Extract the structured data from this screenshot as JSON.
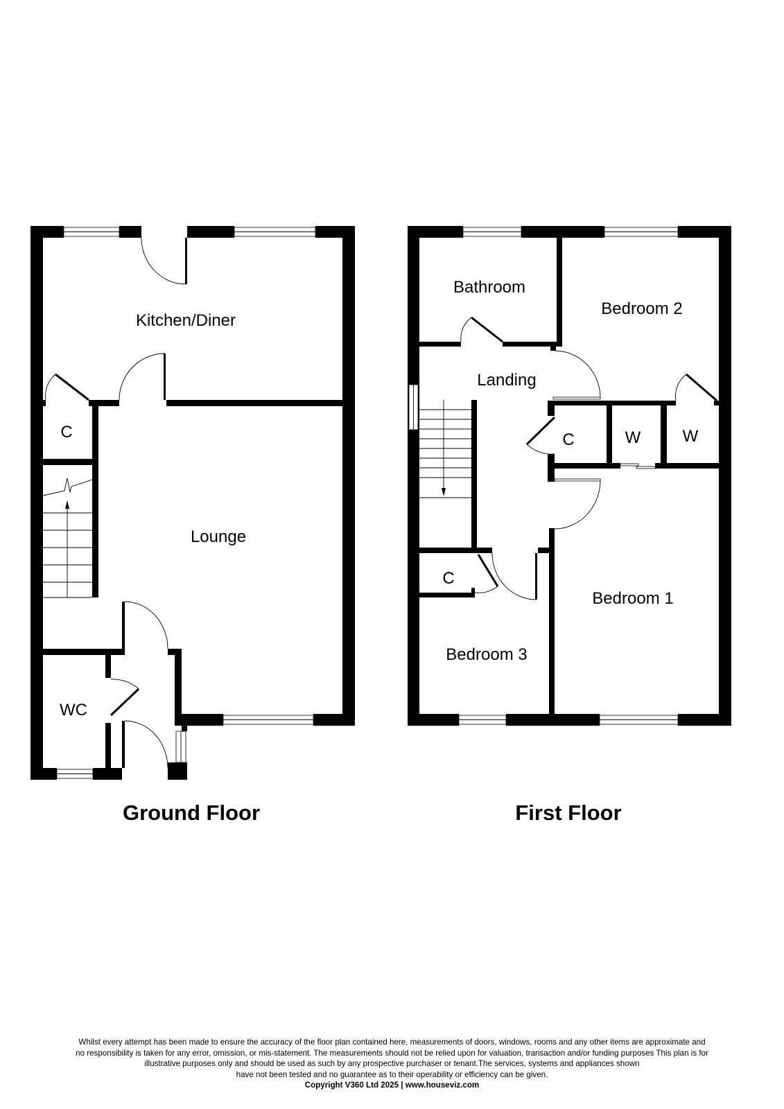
{
  "ground_floor": {
    "title": "Ground Floor",
    "rooms": [
      "Kitchen/Diner",
      "C",
      "Lounge",
      "WC"
    ]
  },
  "first_floor": {
    "title": "First Floor",
    "rooms": [
      "Bathroom",
      "Bedroom 2",
      "Landing",
      "C",
      "W",
      "W",
      "C",
      "Bedroom 1",
      "Bedroom 3"
    ]
  },
  "footer": {
    "disclaimer": [
      "Whilst every attempt has been made to ensure the accuracy of the floor plan contained here, measurements of doors, windows, rooms and any other items are approximate and",
      "no responsibility is taken for any error, omission, or mis-statement.  The measurements should not be relied upon for valuation, transaction and/or funding purposes This plan is for",
      "illustrative purposes only and should be used as such by any prospective purchaser or tenant.The services, systems and appliances shown",
      "have not been tested and no guarantee as to their operability or efficiency can be given."
    ],
    "copyright": "Copyright V360 Ltd 2025 | www.houseviz.com"
  }
}
